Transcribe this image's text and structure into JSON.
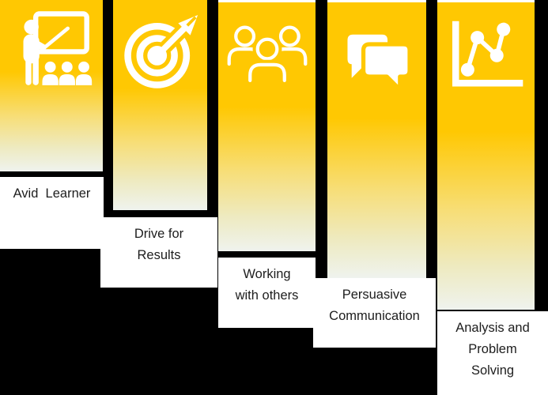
{
  "background_color": "#000000",
  "bar_top_color": "#FFC802",
  "bar_bottom_color": "#EFF3EE",
  "label_box_color": "#FFFFFF",
  "text_color": "#1D1D1D",
  "skills": [
    {
      "name": "Avid Learner",
      "icon": "trainer-presentation-icon",
      "lines": [
        "Avid  Learner"
      ]
    },
    {
      "name": "Drive for Results",
      "icon": "target-arrow-icon",
      "lines": [
        "Drive for",
        "Results"
      ]
    },
    {
      "name": "Working with others",
      "icon": "people-group-icon",
      "lines": [
        "Working",
        "with others"
      ]
    },
    {
      "name": "Persuasive Communication",
      "icon": "speech-bubbles-icon",
      "lines": [
        "Persuasive",
        "Communication"
      ]
    },
    {
      "name": "Analysis and Problem Solving",
      "icon": "line-chart-icon",
      "lines": [
        "Analysis and",
        "Problem",
        "Solving"
      ]
    }
  ]
}
